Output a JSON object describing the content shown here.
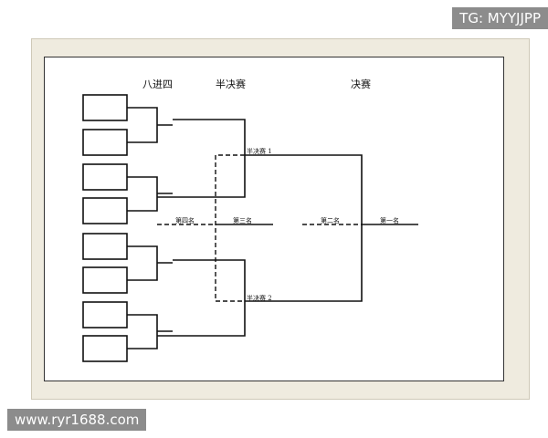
{
  "watermarks": {
    "top": "TG: MYYJJPP",
    "bottom": "www.ryr1688.com"
  },
  "headings": {
    "quarterfinal": "八进四",
    "semifinal": "半决赛",
    "final": "决赛"
  },
  "match_labels": {
    "semi1": "半决赛 1",
    "semi2": "半决赛 2"
  },
  "place_labels": {
    "fourth": "第四名",
    "third": "第三名",
    "second": "第二名",
    "first": "第一名"
  },
  "colors": {
    "line": "#111111",
    "frame": "#efebdf"
  }
}
